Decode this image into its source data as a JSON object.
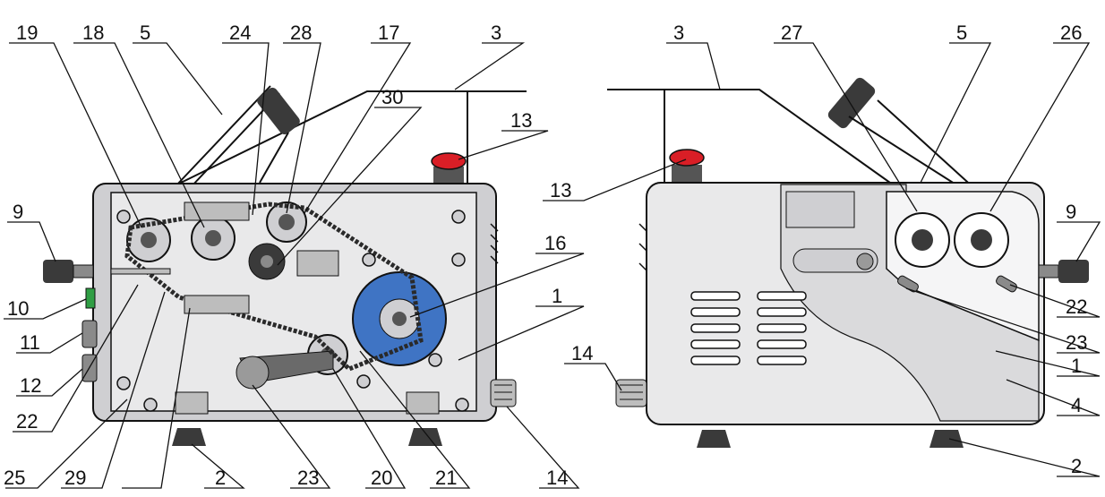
{
  "figure": {
    "callouts": {
      "c19": "19",
      "c18": "18",
      "c5a": "5",
      "c24": "24",
      "c28": "28",
      "c17": "17",
      "c3a": "3",
      "c30": "30",
      "c13a": "13",
      "c9a": "9",
      "c16": "16",
      "c10": "10",
      "c1a": "1",
      "c11": "11",
      "c12": "12",
      "c22a": "22",
      "c25": "25",
      "c29": "29",
      "c2a": "2",
      "c23a": "23",
      "c20": "20",
      "c21": "21",
      "c14a": "14",
      "c3b": "3",
      "c27": "27",
      "c5b": "5",
      "c26": "26",
      "c13b": "13",
      "c9b": "9",
      "c22b": "22",
      "c23b": "23",
      "c14b": "14",
      "c1b": "1",
      "c4": "4",
      "c2b": "2"
    }
  },
  "colors": {
    "outline": "#111111",
    "panel_fill": "#e9e9ea",
    "panel_shadow": "#cfcfd2",
    "wheel_blue": "#3f74c4",
    "button_red": "#d91e26",
    "switch_green": "#2f9e44",
    "metal_dark": "#3a3a3a",
    "metal_mid": "#8a8a8a"
  }
}
